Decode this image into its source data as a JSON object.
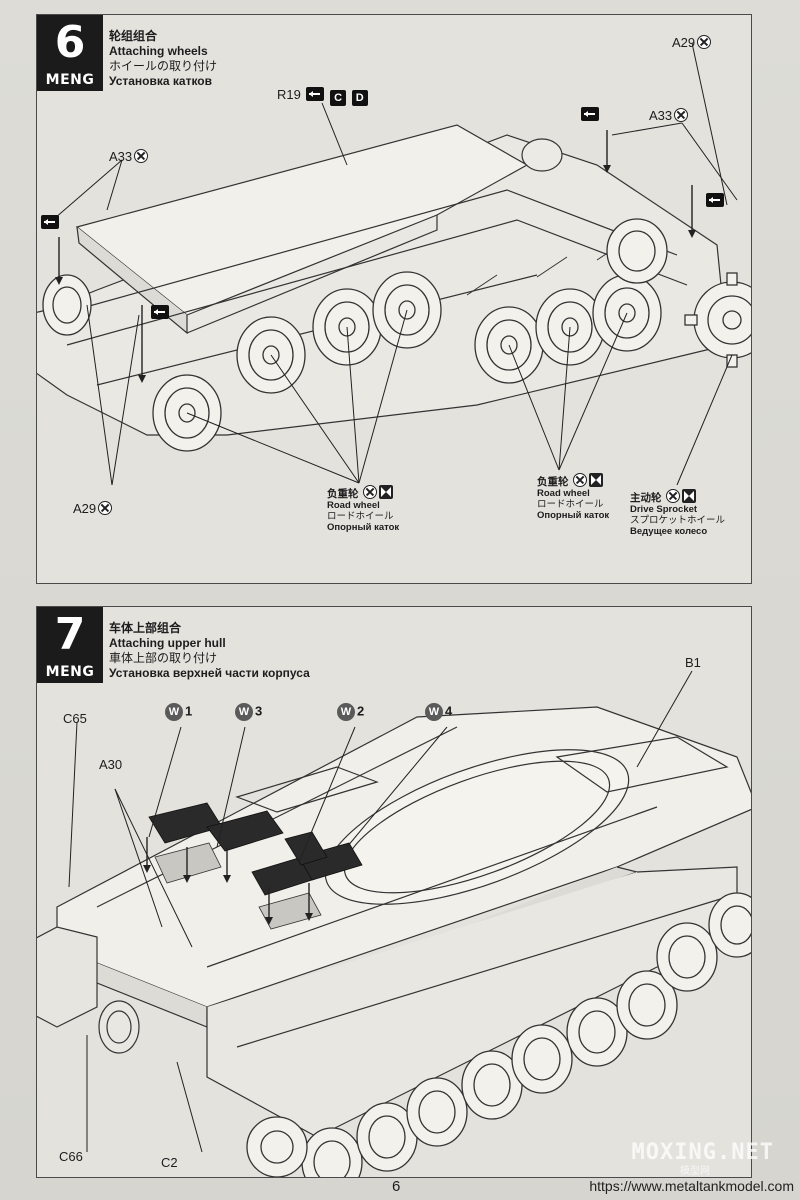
{
  "brand": "MENG",
  "steps": [
    {
      "number": "6",
      "title_zh": "轮组组合",
      "title_en": "Attaching wheels",
      "title_ja": "ホイールの取り付け",
      "title_ru": "Установка катков",
      "labels": {
        "r19": "R19",
        "r19_c": "C",
        "r19_d": "D",
        "a29_top": "A29",
        "a33_right": "A33",
        "a33_left": "A33",
        "a29_left": "A29"
      },
      "callouts": [
        {
          "zh": "负重轮",
          "en": "Road wheel",
          "ja": "ロードホイール",
          "ru": "Опорный каток"
        },
        {
          "zh": "负重轮",
          "en": "Road wheel",
          "ja": "ロードホイール",
          "ru": "Опорный каток"
        },
        {
          "zh": "主动轮",
          "en": "Drive Sprocket",
          "ja": "スプロケットホイール",
          "ru": "Ведущее колесо"
        }
      ]
    },
    {
      "number": "7",
      "title_zh": "车体上部组合",
      "title_en": "Attaching upper hull",
      "title_ja": "車体上部の取り付け",
      "title_ru": "Установка верхней части корпуса",
      "labels": {
        "b1": "B1",
        "c65": "C65",
        "a30": "A30",
        "c66": "C66",
        "c2": "C2"
      },
      "wparts": [
        {
          "letter": "W",
          "num": "1"
        },
        {
          "letter": "W",
          "num": "3"
        },
        {
          "letter": "W",
          "num": "2"
        },
        {
          "letter": "W",
          "num": "4"
        }
      ]
    }
  ],
  "footer": {
    "page_number": "6",
    "url": "https://www.metaltankmodel.com",
    "watermark": "MOXING.NET",
    "watermark_sub": "模型网"
  }
}
